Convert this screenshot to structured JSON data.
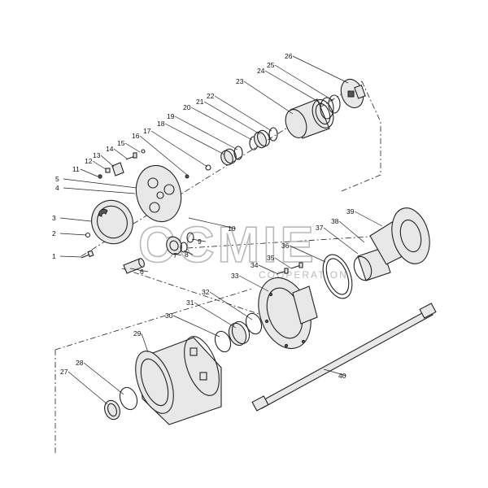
{
  "diagram": {
    "callouts": [
      "1",
      "2",
      "3",
      "4",
      "5",
      "6",
      "7",
      "8",
      "9",
      "10",
      "11",
      "12",
      "13",
      "14",
      "15",
      "16",
      "17",
      "18",
      "19",
      "20",
      "21",
      "22",
      "23",
      "24",
      "25",
      "26",
      "27",
      "28",
      "29",
      "30",
      "31",
      "32",
      "33",
      "34",
      "35",
      "36",
      "37",
      "38",
      "39",
      "40"
    ]
  },
  "watermark": {
    "brand": "CCMIE",
    "subtitle": "COOPERATION"
  }
}
